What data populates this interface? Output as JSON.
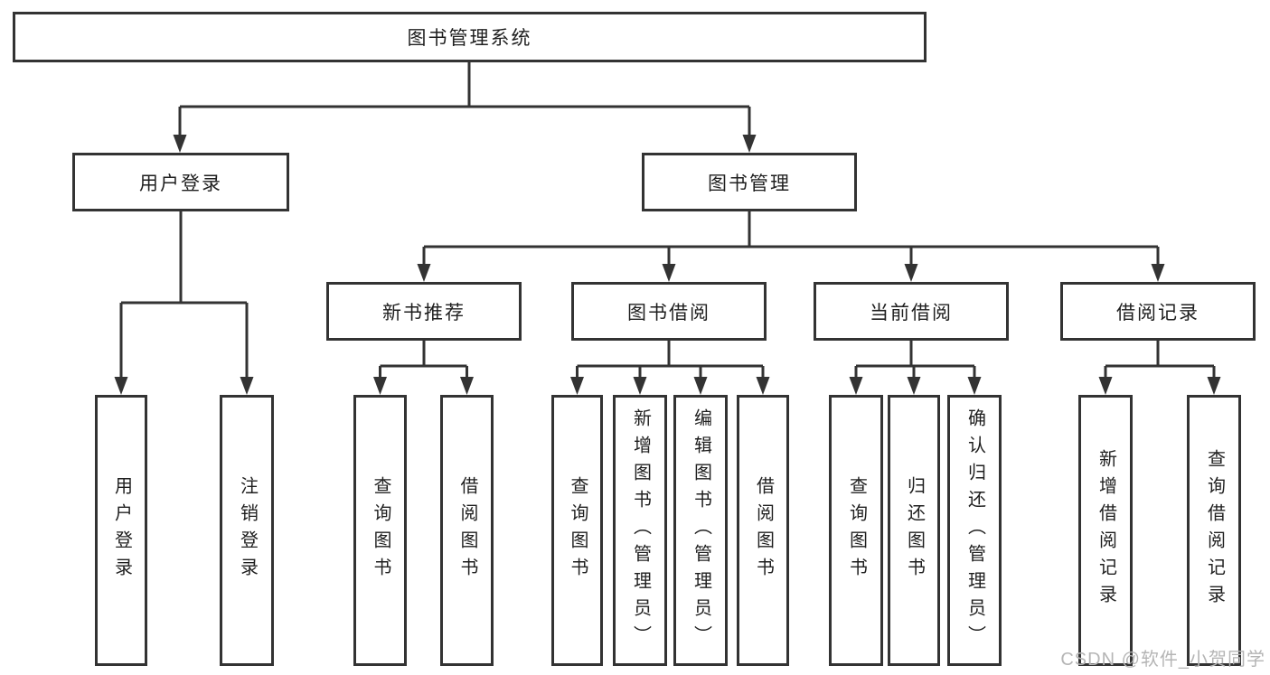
{
  "diagram": {
    "root": {
      "label": "图书管理系统"
    },
    "branches": [
      {
        "label": "用户登录",
        "leaves": [
          "用户登录",
          "注销登录"
        ]
      },
      {
        "label": "图书管理",
        "children": [
          {
            "label": "新书推荐",
            "leaves": [
              "查询图书",
              "借阅图书"
            ]
          },
          {
            "label": "图书借阅",
            "leaves": [
              "查询图书",
              "新增图书（管理员）",
              "编辑图书（管理员）",
              "借阅图书"
            ]
          },
          {
            "label": "当前借阅",
            "leaves": [
              "查询图书",
              "归还图书",
              "确认归还（管理员）"
            ]
          },
          {
            "label": "借阅记录",
            "leaves": [
              "新增借阅记录",
              "查询借阅记录"
            ]
          }
        ]
      }
    ]
  },
  "watermark": {
    "text": "CSDN @软件_小贺同学"
  },
  "colors": {
    "line": "#333333",
    "text": "#1f1f1f",
    "watermark": "#b5b5b5",
    "background": "#ffffff"
  }
}
